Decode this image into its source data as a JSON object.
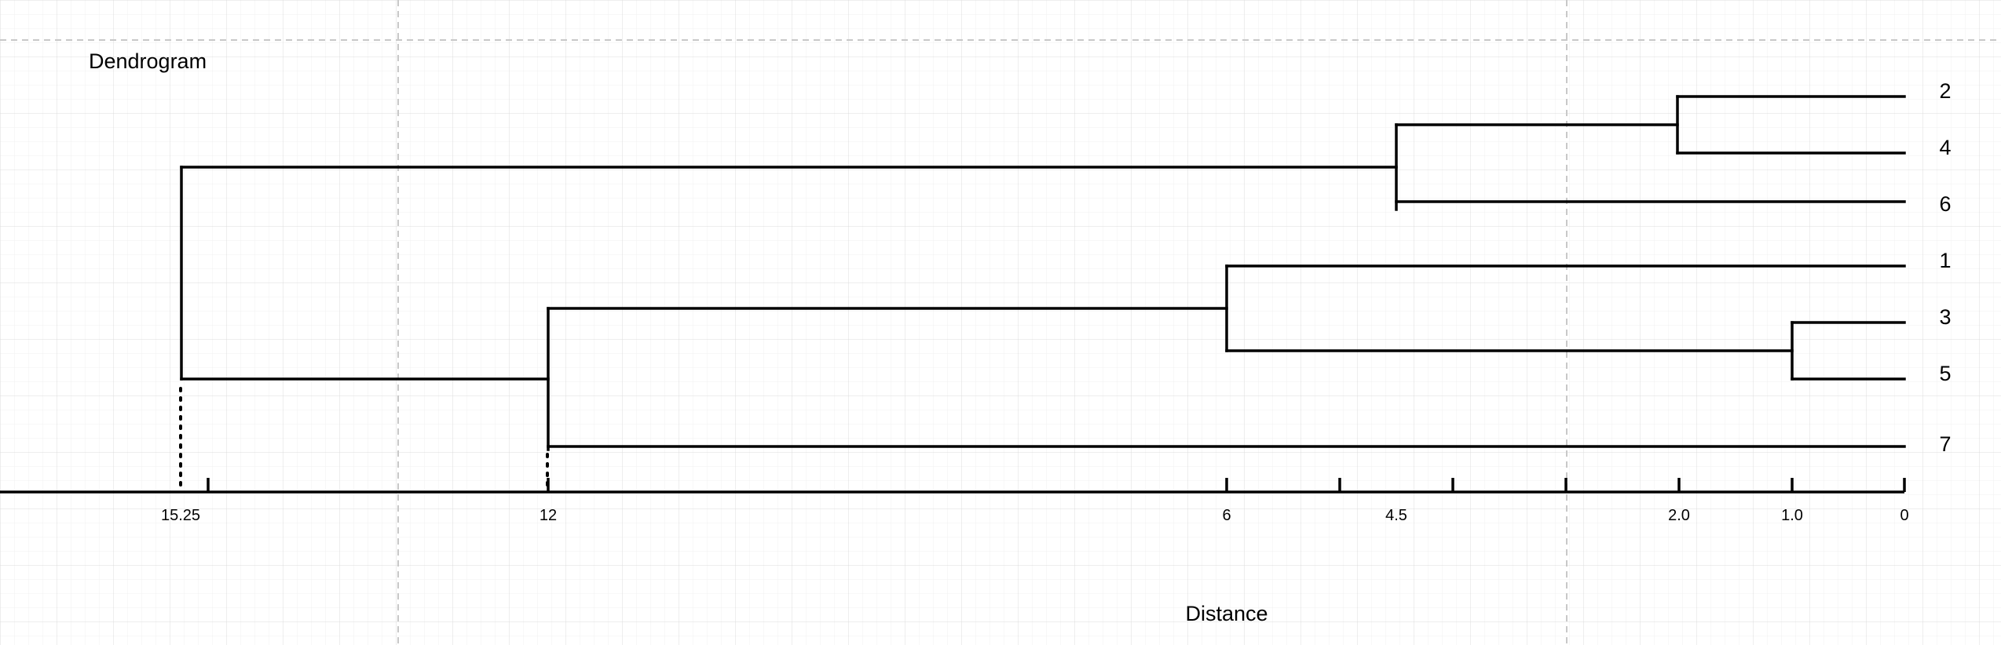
{
  "title": "Dendrogram",
  "axis_label": "Distance",
  "tick_labels": [
    "15.25",
    "12",
    "6",
    "4.5",
    "2.0",
    "1.0",
    "0"
  ],
  "leaf_labels": [
    "2",
    "4",
    "6",
    "1",
    "3",
    "5",
    "7"
  ],
  "merges": [
    {
      "left": "2",
      "right": "4",
      "distance": 2.0
    },
    {
      "left": "(2,4)",
      "right": "6",
      "distance": 4.5
    },
    {
      "left": "3",
      "right": "5",
      "distance": 1.0
    },
    {
      "left": "1",
      "right": "(3,5)",
      "distance": 6
    },
    {
      "left": "(1,3,5)",
      "right": "7",
      "distance": 12
    },
    {
      "left": "(2,4,6)",
      "right": "(1,3,5,7)",
      "distance": 15.25
    }
  ],
  "colors": {
    "line": "#000000",
    "grid_minor": "#eeeeee",
    "grid_major": "#d9d9d9",
    "guide": "#c8c8c8"
  }
}
